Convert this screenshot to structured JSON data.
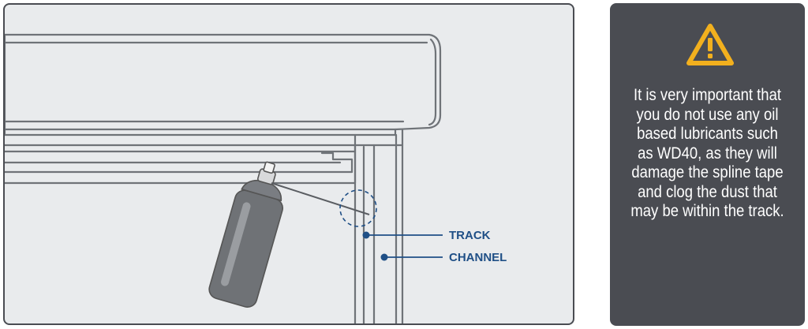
{
  "labels": {
    "track": "TRACK",
    "channel": "CHANNEL"
  },
  "warning": {
    "icon": "warning-triangle-icon",
    "text": "It is very important that you do not use any oil based lubricants such as WD40, as they will damage the spline tape and clog the dust that may be within the track."
  },
  "colors": {
    "panel": "#4a4c52",
    "background": "#e9ebed",
    "accent_blue": "#1f4f86",
    "warning_yellow": "#f2b01e"
  }
}
